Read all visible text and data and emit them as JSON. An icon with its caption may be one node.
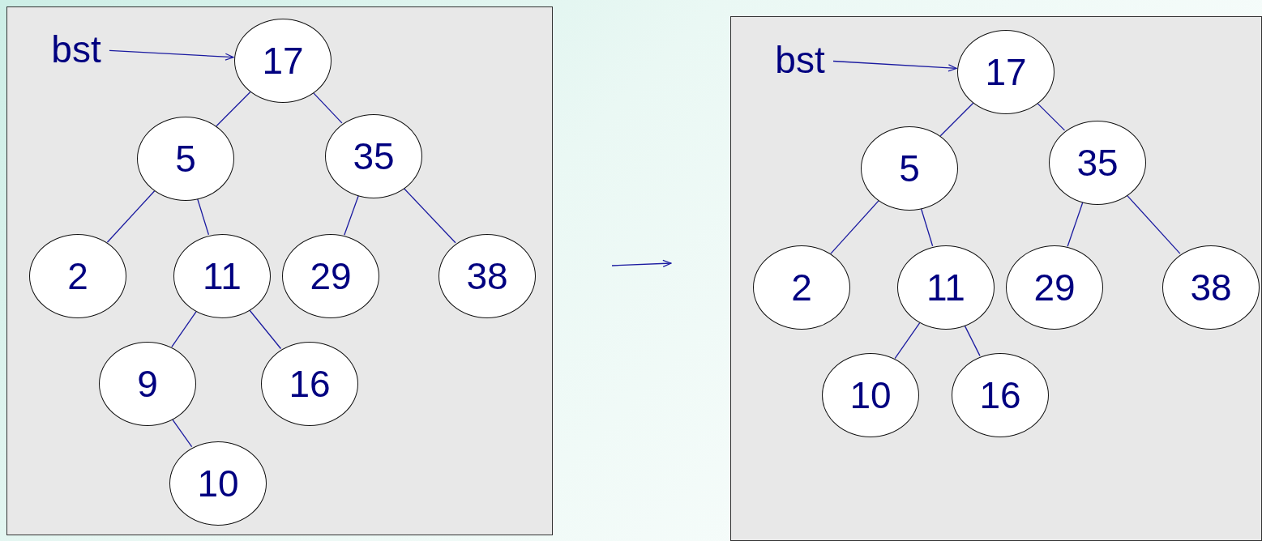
{
  "diagram": {
    "nodes": [
      {
        "text": [],
        "shape": "box"
      },
      {
        "text": [
          "bst"
        ],
        "in": 0
      },
      {
        "text": [
          "17"
        ],
        "in": 0
      },
      {
        "text": [
          "5"
        ],
        "in": 0
      },
      {
        "text": [
          "35"
        ],
        "in": 0
      },
      {
        "text": [
          "2"
        ],
        "in": 0
      },
      {
        "text": [
          "11"
        ],
        "in": 0
      },
      {
        "text": [
          "29"
        ],
        "in": 0
      },
      {
        "text": [
          "38"
        ],
        "in": 0
      },
      {
        "text": [
          "9"
        ],
        "in": 0
      },
      {
        "text": [
          "16"
        ],
        "in": 0
      },
      {
        "text": [
          "10"
        ],
        "in": 0
      },
      {
        "text": [],
        "shape": "box"
      },
      {
        "text": [
          "bst"
        ],
        "in": 12
      },
      {
        "text": [
          "17"
        ],
        "in": 12
      },
      {
        "text": [
          "5"
        ],
        "in": 12
      },
      {
        "text": [
          "35"
        ],
        "in": 12
      },
      {
        "text": [
          "2"
        ],
        "in": 12
      },
      {
        "text": [
          "11"
        ],
        "in": 12
      },
      {
        "text": [
          "29"
        ],
        "in": 12
      },
      {
        "text": [
          "38"
        ],
        "in": 12
      },
      {
        "text": [
          "10"
        ],
        "in": 12
      },
      {
        "text": [
          "16"
        ],
        "in": 12
      }
    ],
    "edges": [
      {
        "from": 1,
        "to": 2,
        "arrow": "to"
      },
      {
        "from": 2,
        "to": 3,
        "arrow": "none"
      },
      {
        "from": 2,
        "to": 4,
        "arrow": "none"
      },
      {
        "from": 3,
        "to": 5,
        "arrow": "none"
      },
      {
        "from": 3,
        "to": 6,
        "arrow": "none"
      },
      {
        "from": 4,
        "to": 7,
        "arrow": "none"
      },
      {
        "from": 4,
        "to": 8,
        "arrow": "none"
      },
      {
        "from": 6,
        "to": 9,
        "arrow": "none"
      },
      {
        "from": 6,
        "to": 10,
        "arrow": "none"
      },
      {
        "from": 9,
        "to": 11,
        "arrow": "none"
      },
      {
        "from": 0,
        "to": 12,
        "arrow": "to"
      },
      {
        "from": 13,
        "to": 14,
        "arrow": "to"
      },
      {
        "from": 14,
        "to": 15,
        "arrow": "none"
      },
      {
        "from": 14,
        "to": 16,
        "arrow": "none"
      },
      {
        "from": 15,
        "to": 17,
        "arrow": "none"
      },
      {
        "from": 15,
        "to": 18,
        "arrow": "none"
      },
      {
        "from": 16,
        "to": 19,
        "arrow": "none"
      },
      {
        "from": 16,
        "to": 20,
        "arrow": "none"
      },
      {
        "from": 18,
        "to": 21,
        "arrow": "none"
      },
      {
        "from": 18,
        "to": 22,
        "arrow": "none"
      }
    ]
  }
}
